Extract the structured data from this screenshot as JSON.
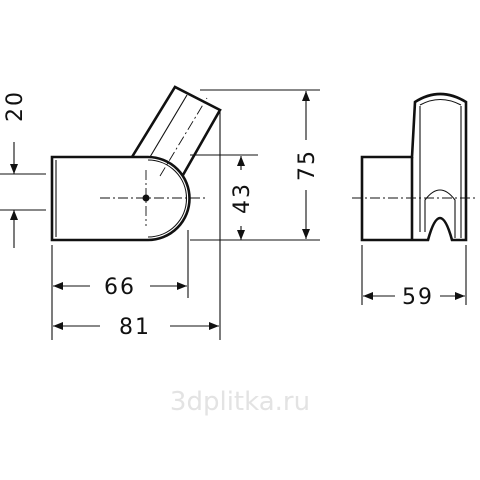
{
  "drawing": {
    "dimensions": {
      "d20": "20",
      "d43": "43",
      "d75": "75",
      "d66": "66",
      "d81": "81",
      "d59": "59"
    },
    "watermark": "3dplitka.ru"
  }
}
